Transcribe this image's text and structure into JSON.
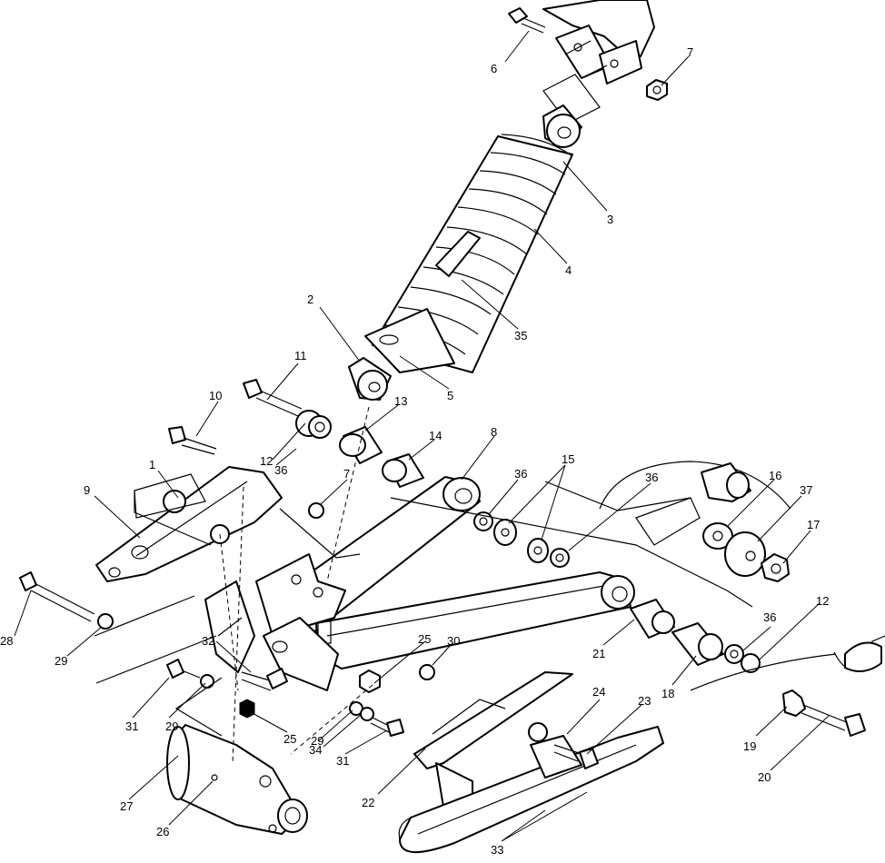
{
  "callouts": [
    {
      "id": "c1",
      "text": "1"
    },
    {
      "id": "c2",
      "text": "2"
    },
    {
      "id": "c3",
      "text": "3"
    },
    {
      "id": "c4",
      "text": "4"
    },
    {
      "id": "c5",
      "text": "5"
    },
    {
      "id": "c6",
      "text": "6"
    },
    {
      "id": "c7a",
      "text": "7"
    },
    {
      "id": "c7b",
      "text": "7"
    },
    {
      "id": "c8",
      "text": "8"
    },
    {
      "id": "c9",
      "text": "9"
    },
    {
      "id": "c10",
      "text": "10"
    },
    {
      "id": "c11",
      "text": "11"
    },
    {
      "id": "c12a",
      "text": "12"
    },
    {
      "id": "c12b",
      "text": "12"
    },
    {
      "id": "c13",
      "text": "13"
    },
    {
      "id": "c14",
      "text": "14"
    },
    {
      "id": "c15",
      "text": "15"
    },
    {
      "id": "c16",
      "text": "16"
    },
    {
      "id": "c17",
      "text": "17"
    },
    {
      "id": "c18",
      "text": "18"
    },
    {
      "id": "c19",
      "text": "19"
    },
    {
      "id": "c20",
      "text": "20"
    },
    {
      "id": "c21",
      "text": "21"
    },
    {
      "id": "c22",
      "text": "22"
    },
    {
      "id": "c23",
      "text": "23"
    },
    {
      "id": "c24",
      "text": "24"
    },
    {
      "id": "c25a",
      "text": "25"
    },
    {
      "id": "c25b",
      "text": "25"
    },
    {
      "id": "c26",
      "text": "26"
    },
    {
      "id": "c27",
      "text": "27"
    },
    {
      "id": "c28",
      "text": "28"
    },
    {
      "id": "c29a",
      "text": "29"
    },
    {
      "id": "c29b",
      "text": "29"
    },
    {
      "id": "c29c",
      "text": "29"
    },
    {
      "id": "c30",
      "text": "30"
    },
    {
      "id": "c31a",
      "text": "31"
    },
    {
      "id": "c31b",
      "text": "31"
    },
    {
      "id": "c32",
      "text": "32"
    },
    {
      "id": "c33",
      "text": "33"
    },
    {
      "id": "c34",
      "text": "34"
    },
    {
      "id": "c35",
      "text": "35"
    },
    {
      "id": "c36a",
      "text": "36"
    },
    {
      "id": "c36b",
      "text": "36"
    },
    {
      "id": "c36c",
      "text": "36"
    },
    {
      "id": "c36d",
      "text": "36"
    },
    {
      "id": "c37",
      "text": "37"
    }
  ]
}
